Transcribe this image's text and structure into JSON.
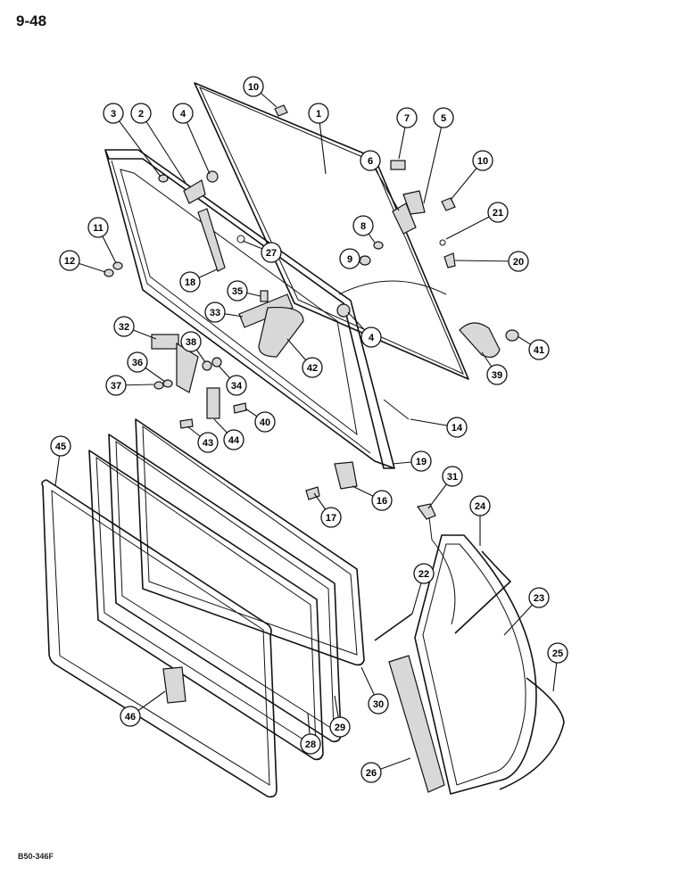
{
  "page": {
    "number": "9-48",
    "ref_code": "B50-346F"
  },
  "callouts": [
    "1",
    "2",
    "3",
    "4",
    "4",
    "5",
    "6",
    "7",
    "8",
    "9",
    "10",
    "10",
    "11",
    "12",
    "14",
    "16",
    "17",
    "18",
    "19",
    "20",
    "21",
    "22",
    "23",
    "24",
    "25",
    "26",
    "27",
    "28",
    "29",
    "30",
    "31",
    "32",
    "33",
    "34",
    "35",
    "36",
    "37",
    "38",
    "39",
    "40",
    "41",
    "42",
    "43",
    "44",
    "45",
    "46"
  ]
}
